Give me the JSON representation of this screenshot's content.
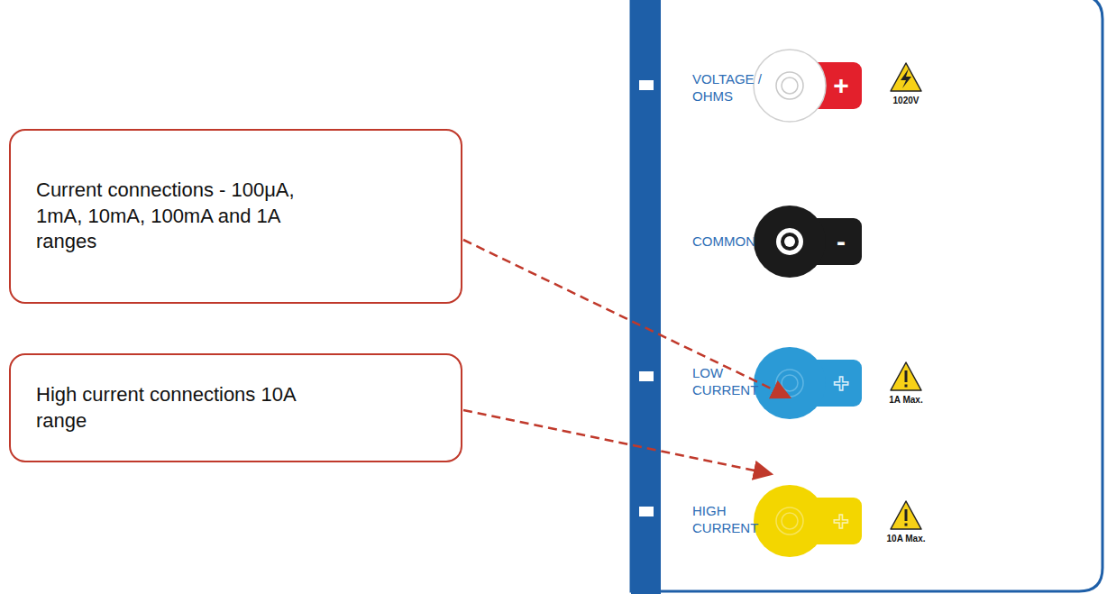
{
  "diagram": {
    "nodes": [
      {
        "text": [
          "Current connections - 100μA, 1mA, 10mA, 100mA and 1A ranges"
        ]
      },
      {
        "text": [
          "High current connections 10A range"
        ]
      }
    ],
    "labels": [
      "VOLTAGE / OHMS",
      "+",
      "1020V",
      "COMMON",
      "-",
      "LOW CURRENT",
      "+",
      "1A Max.",
      "HIGH CURRENT",
      "+",
      "10A Max."
    ]
  }
}
